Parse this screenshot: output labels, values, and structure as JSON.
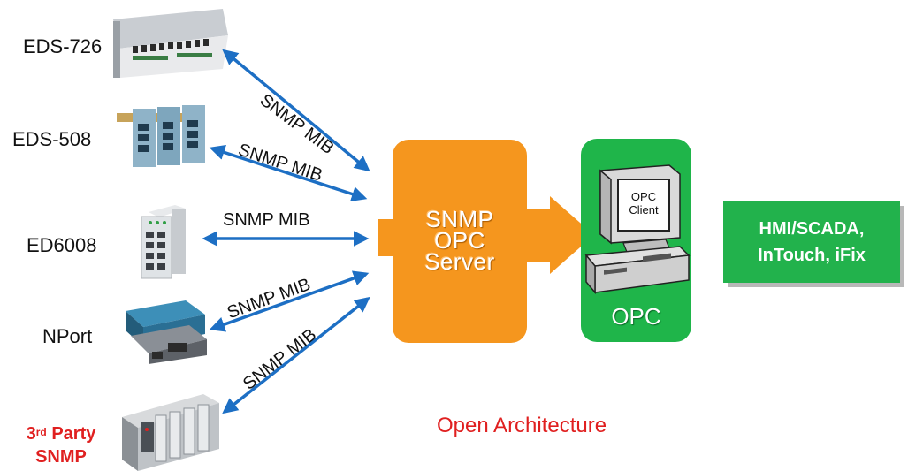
{
  "devices": [
    {
      "label": "EDS-726"
    },
    {
      "label": "EDS-508"
    },
    {
      "label": "ED6008"
    },
    {
      "label": "NPort"
    }
  ],
  "third_party": {
    "line1_prefix": "3",
    "line1_sup": "rd",
    "line1_suffix": "Party",
    "line2": "SNMP"
  },
  "links": {
    "label": "SNMP MIB"
  },
  "server": {
    "line1": "SNMP",
    "line2": "OPC",
    "line3": "Server"
  },
  "opc": {
    "client_line1": "OPC",
    "client_line2": "Client",
    "label": "OPC"
  },
  "hmi": {
    "line1": "HMI/SCADA,",
    "line2": "InTouch, iFix"
  },
  "footer": {
    "caption": "Open Architecture"
  },
  "colors": {
    "server": "#f5961e",
    "opc": "#1fb54a",
    "arrow": "#1d6fc4",
    "accent_text": "#e02020"
  }
}
